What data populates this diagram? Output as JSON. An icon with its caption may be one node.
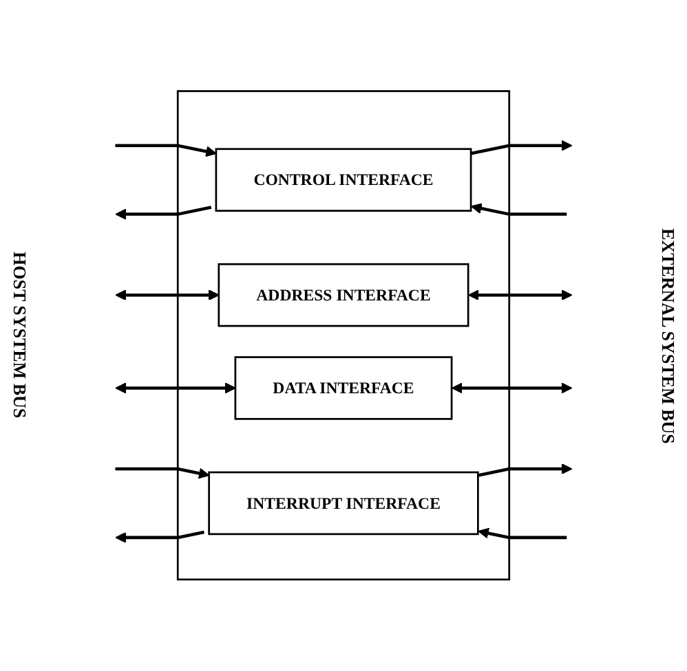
{
  "diagram": {
    "nodes": [
      {
        "text": [],
        "shape": "box"
      },
      {
        "text": [
          "CONTROL INTERFACE"
        ],
        "in": 0
      },
      {
        "text": [
          "ADDRESS INTERFACE"
        ],
        "in": 0
      },
      {
        "text": [
          "DATA INTERFACE"
        ],
        "in": 0
      },
      {
        "text": [
          "INTERRUPT INTERFACE"
        ],
        "in": 0
      }
    ],
    "edges": [
      {
        "from": null,
        "to": 1,
        "arrow": "to"
      },
      {
        "from": 1,
        "to": null,
        "arrow": "to"
      },
      {
        "from": 1,
        "to": null,
        "arrow": "to"
      },
      {
        "from": null,
        "to": 1,
        "arrow": "to"
      },
      {
        "from": null,
        "to": 2,
        "arrow": "both"
      },
      {
        "from": 2,
        "to": null,
        "arrow": "both"
      },
      {
        "from": null,
        "to": 3,
        "arrow": "both"
      },
      {
        "from": 3,
        "to": null,
        "arrow": "both"
      },
      {
        "from": null,
        "to": 4,
        "arrow": "to"
      },
      {
        "from": 4,
        "to": null,
        "arrow": "to"
      },
      {
        "from": 4,
        "to": null,
        "arrow": "to"
      },
      {
        "from": null,
        "to": 4,
        "arrow": "to"
      }
    ],
    "labels": [
      "HOST SYSTEM BUS",
      "EXTERNAL SYSTEM BUS"
    ]
  }
}
